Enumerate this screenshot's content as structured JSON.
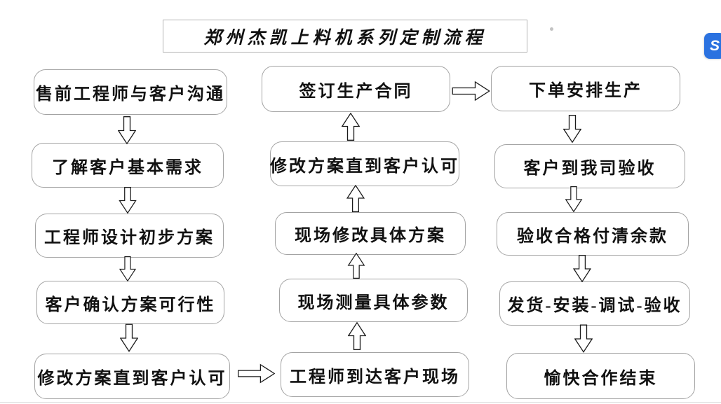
{
  "title": {
    "text": "郑州杰凯上料机系列定制流程"
  },
  "flow": {
    "left_column": [
      "售前工程师与客户沟通",
      "了解客户基本需求",
      "工程师设计初步方案",
      "客户确认方案可行性",
      "修改方案直到客户认可"
    ],
    "middle_column": [
      "签订生产合同",
      "修改方案直到客户认可",
      "现场修改具体方案",
      "现场测量具体参数",
      "工程师到达客户现场"
    ],
    "right_column": [
      "下单安排生产",
      "客户到我司验收",
      "验收合格付清余款",
      "发货-安装-调试-验收",
      "愉快合作结束"
    ],
    "directions": {
      "left_column_flow": "top-to-bottom",
      "middle_column_flow": "bottom-to-top",
      "right_column_flow": "top-to-bottom",
      "bottom_connector": "左列末(修改方案直到客户认可) → 中列末(工程师到达客户现场)",
      "top_connector": "中列首(签订生产合同) → 右列首(下单安排生产)"
    }
  },
  "colors": {
    "background": "#ffffff",
    "box_border": "#a3a3a3",
    "title_border": "#b3b3b3",
    "arrow_outline": "#1a1a1a",
    "floating_icon_blue": "#2b72e0"
  },
  "floating_icon": {
    "glyph": "S"
  }
}
